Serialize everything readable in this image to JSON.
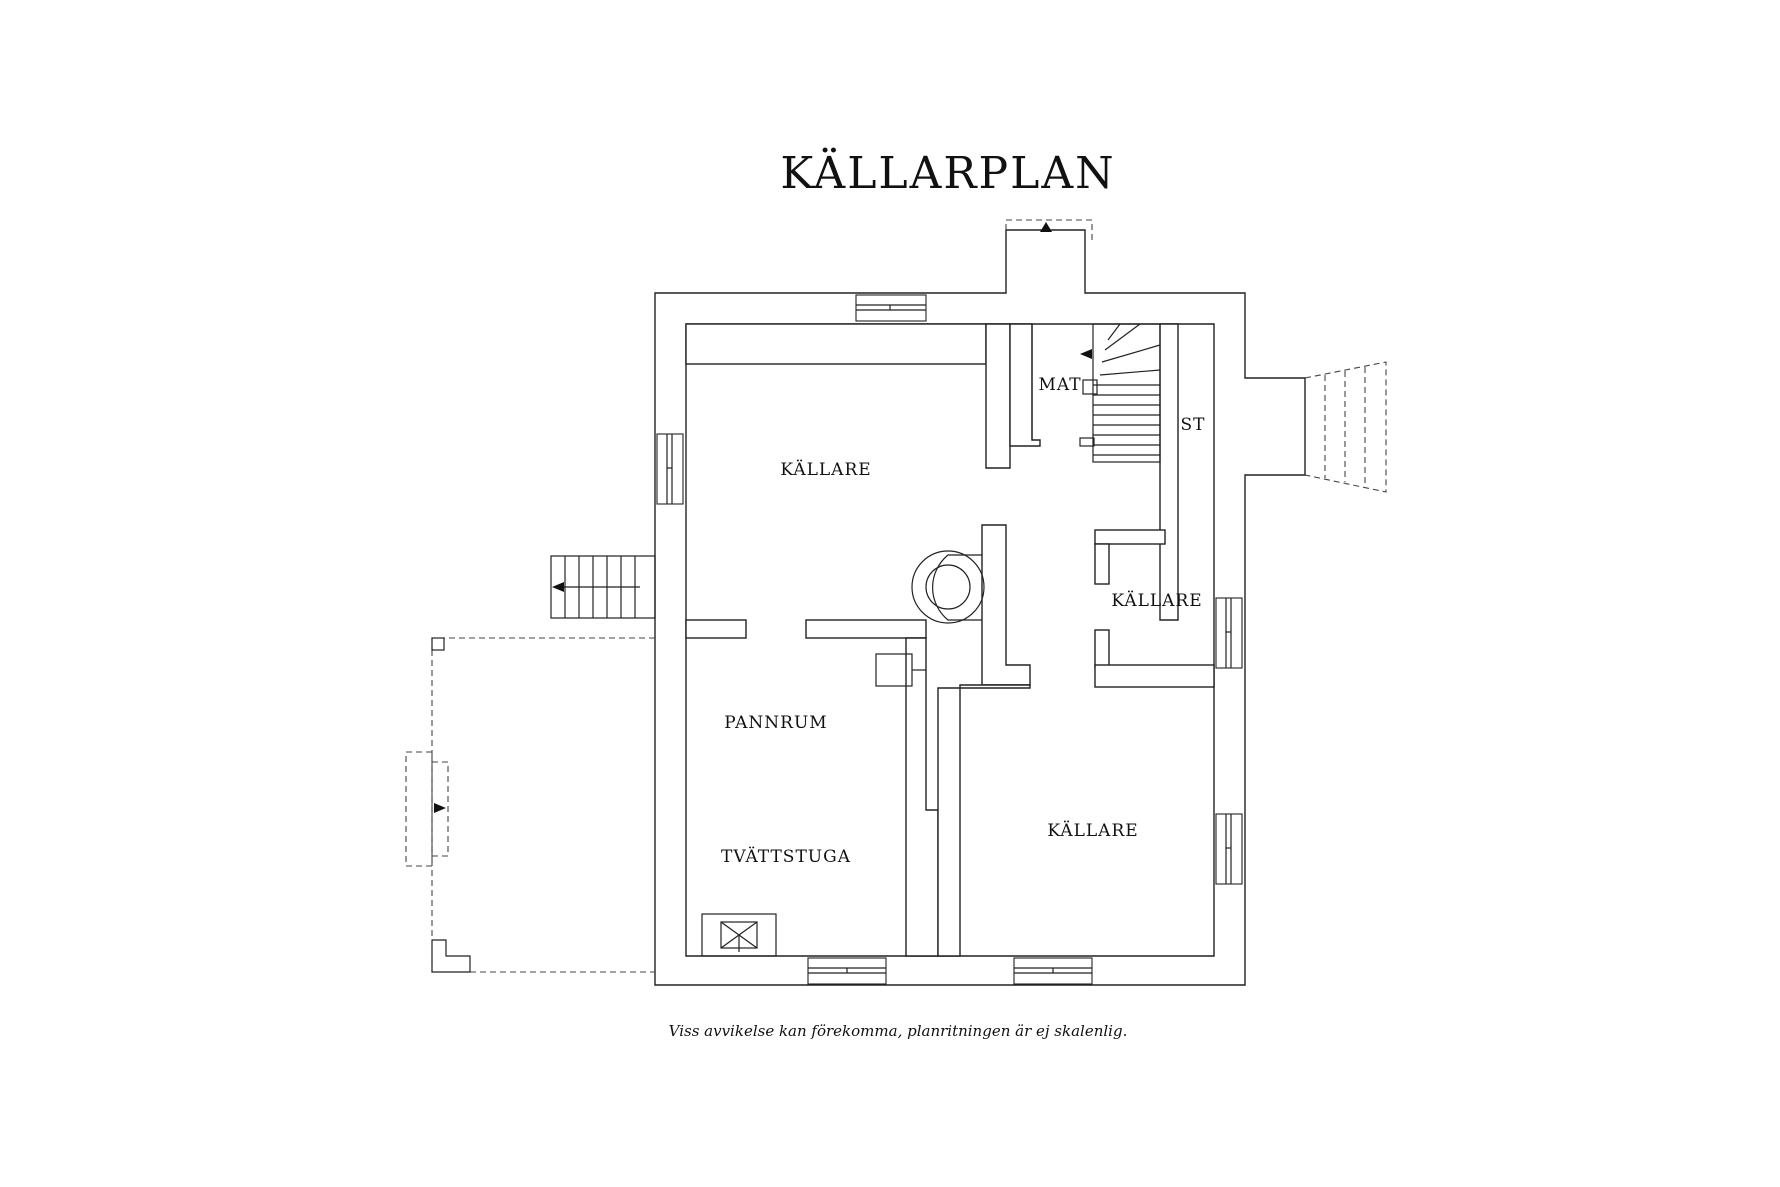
{
  "title": "KÄLLARPLAN",
  "rooms": {
    "kallare_main": "KÄLLARE",
    "mat": "MAT",
    "st": "ST",
    "kallare_right": "KÄLLARE",
    "pannrum": "PANNRUM",
    "tvattstuga": "TVÄTTSTUGA",
    "kallare_bottom": "KÄLLARE"
  },
  "disclaimer": "Viss avvikelse kan förekomma, planritningen är ej skalenlig.",
  "colors": {
    "line": "#222222",
    "background": "#ffffff"
  }
}
